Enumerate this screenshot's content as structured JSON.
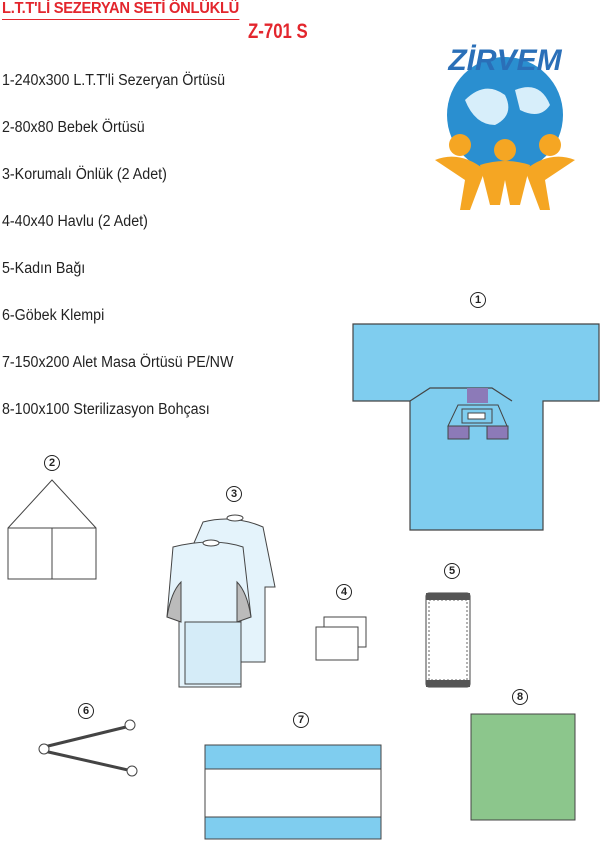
{
  "title": "L.T.T'Lİ SEZERYAN SETİ ÖNLÜKLÜ",
  "code": "Z-701 S",
  "logo_text": "ZİRVEM",
  "items": [
    "1-240x300 L.T.T'li Sezeryan Örtüsü",
    "2-80x80 Bebek Örtüsü",
    "3-Korumalı Önlük (2 Adet)",
    "4-40x40 Havlu (2 Adet)",
    "5-Kadın Bağı",
    "6-Göbek Klempi",
    "7-150x200 Alet Masa Örtüsü PE/NW",
    "8-100x100 Sterilizasyon Bohçası"
  ],
  "markers": [
    "1",
    "2",
    "3",
    "4",
    "5",
    "6",
    "7",
    "8"
  ],
  "colors": {
    "red": "#e3262d",
    "drape": "#7fcdef",
    "purple": "#8c7ab8",
    "green": "#8cc68c"
  }
}
